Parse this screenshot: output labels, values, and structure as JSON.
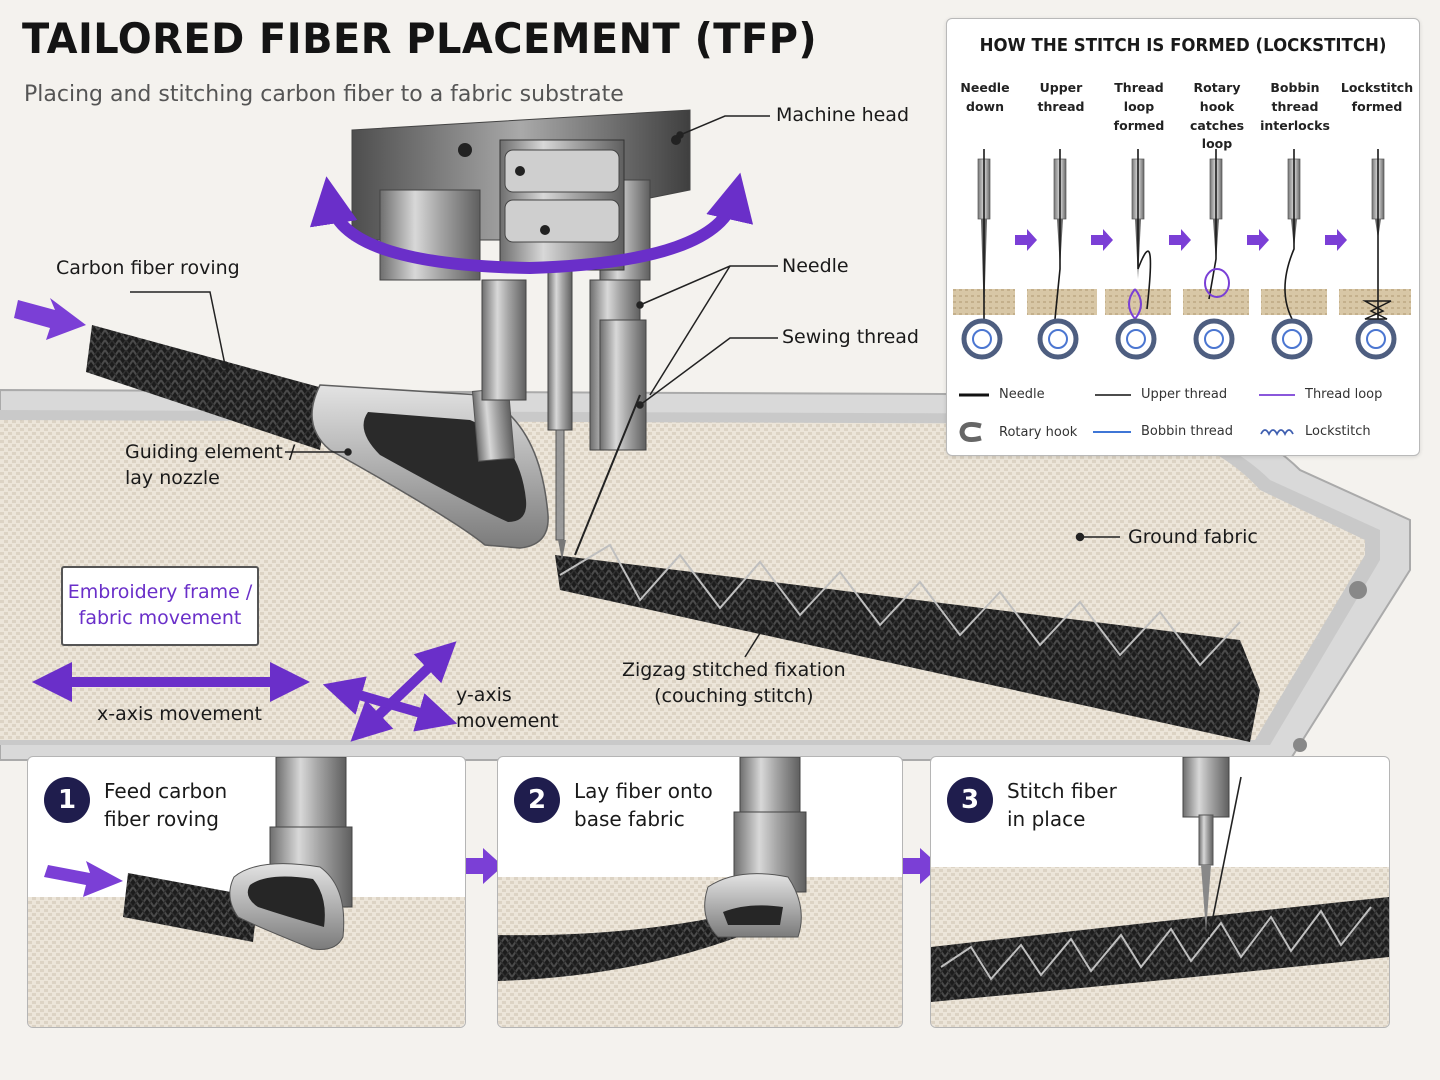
{
  "title": "TAILORED FIBER PLACEMENT (TFP)",
  "subtitle": "Placing and stitching carbon fiber to a fabric substrate",
  "labels": {
    "machine_head": "Machine head",
    "needle": "Needle",
    "sewing_thread": "Sewing thread",
    "carbon_fiber_roving": "Carbon fiber roving",
    "guiding_element": "Guiding element /\nlay nozzle",
    "ground_fabric": "Ground fabric",
    "embroidery_frame": "Embroidery frame /\nfabric movement",
    "x_axis": "x-axis movement",
    "y_axis": "y-axis\nmovement",
    "zigzag": "Zigzag stitched fixation\n(couching stitch)"
  },
  "lockstitch": {
    "title": "HOW THE STITCH IS FORMED (LOCKSTITCH)",
    "steps": [
      "Needle\ndown",
      "Upper\nthread",
      "Thread\nloop\nformed",
      "Rotary\nhook\ncatches\nloop",
      "Bobbin\nthread\ninterlocks",
      "Lockstitch\nformed"
    ],
    "legend": [
      {
        "name": "Needle",
        "symbol": "needle-line"
      },
      {
        "name": "Upper thread",
        "symbol": "upper-thread-line"
      },
      {
        "name": "Thread loop",
        "symbol": "thread-loop-line"
      },
      {
        "name": "Rotary hook",
        "symbol": "rotary-hook-icon"
      },
      {
        "name": "Bobbin thread",
        "symbol": "bobbin-thread-line"
      },
      {
        "name": "Lockstitch",
        "symbol": "lockstitch-icon"
      }
    ]
  },
  "process_steps": [
    {
      "number": "1",
      "text": "Feed carbon\nfiber roving"
    },
    {
      "number": "2",
      "text": "Lay fiber onto\nbase fabric"
    },
    {
      "number": "3",
      "text": "Stitch fiber\nin place"
    }
  ],
  "colors": {
    "accent_purple": "#6a2fc9",
    "step_circle": "#1f1d4d",
    "fiber": "#222222",
    "metal": "#9a9a9a",
    "fabric": "#e9e2d6",
    "bobbin_blue": "#3f76d6"
  }
}
